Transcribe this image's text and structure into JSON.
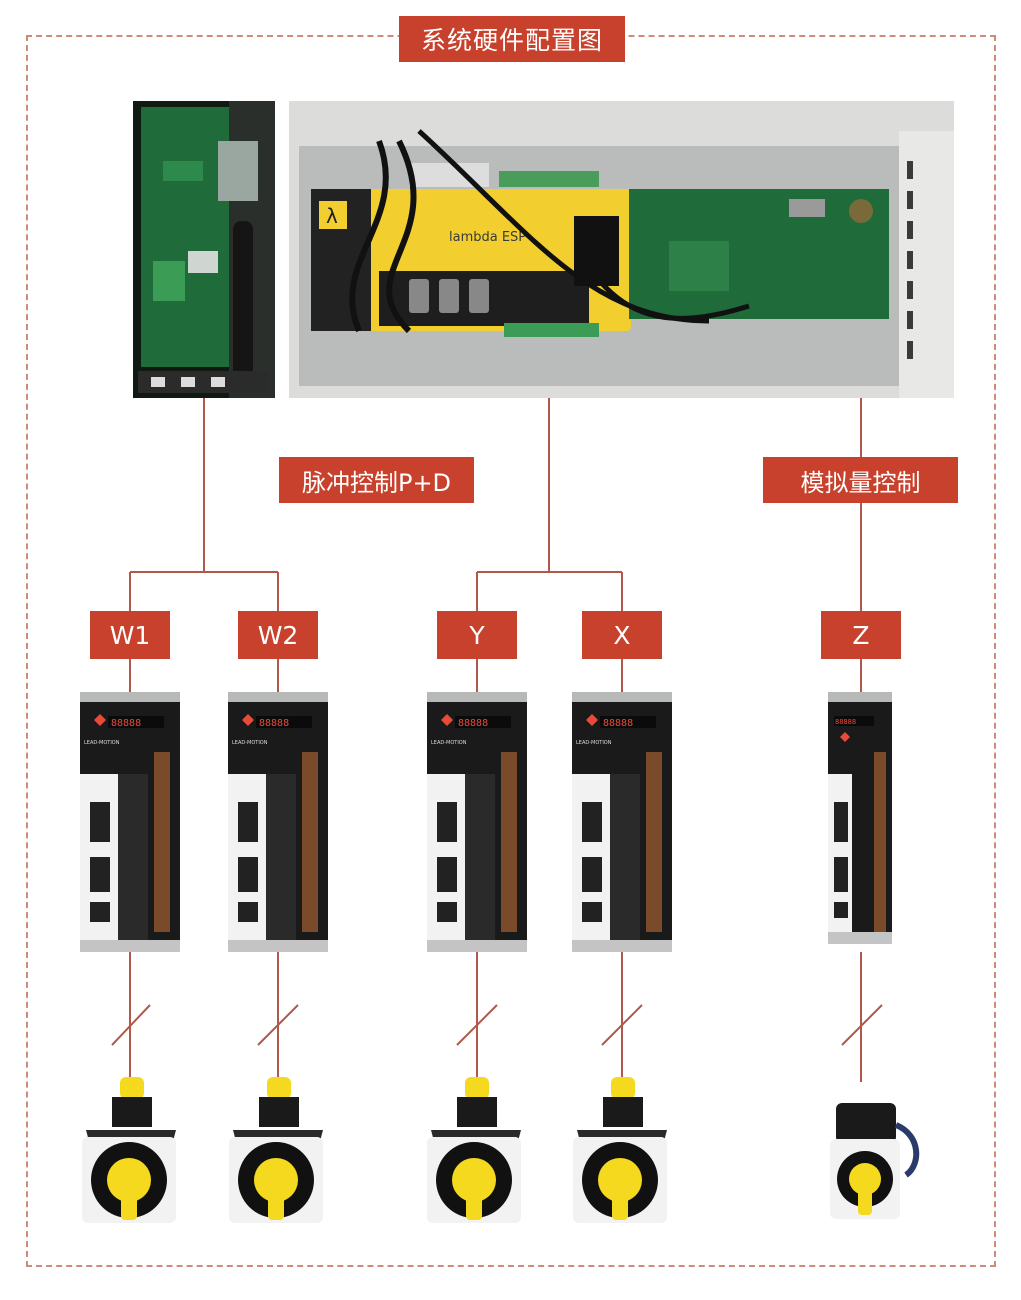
{
  "title": "系统硬件配置图",
  "labels": {
    "pulse": "脉冲控制P+D",
    "analog": "模拟量控制"
  },
  "axes": [
    "W1",
    "W2",
    "Y",
    "X",
    "Z"
  ],
  "drive": {
    "display": "88888",
    "brand": "LEAD-MOTION"
  },
  "controller": {
    "brand": "lambda ESP"
  },
  "colors": {
    "accent": "#c8412c",
    "frame_dash": "#d08a7a",
    "wire": "#b0594a",
    "pcb": "#1f6b3a",
    "controller_yellow": "#f2cf2e",
    "motor_shaft": "#f5d91e"
  }
}
